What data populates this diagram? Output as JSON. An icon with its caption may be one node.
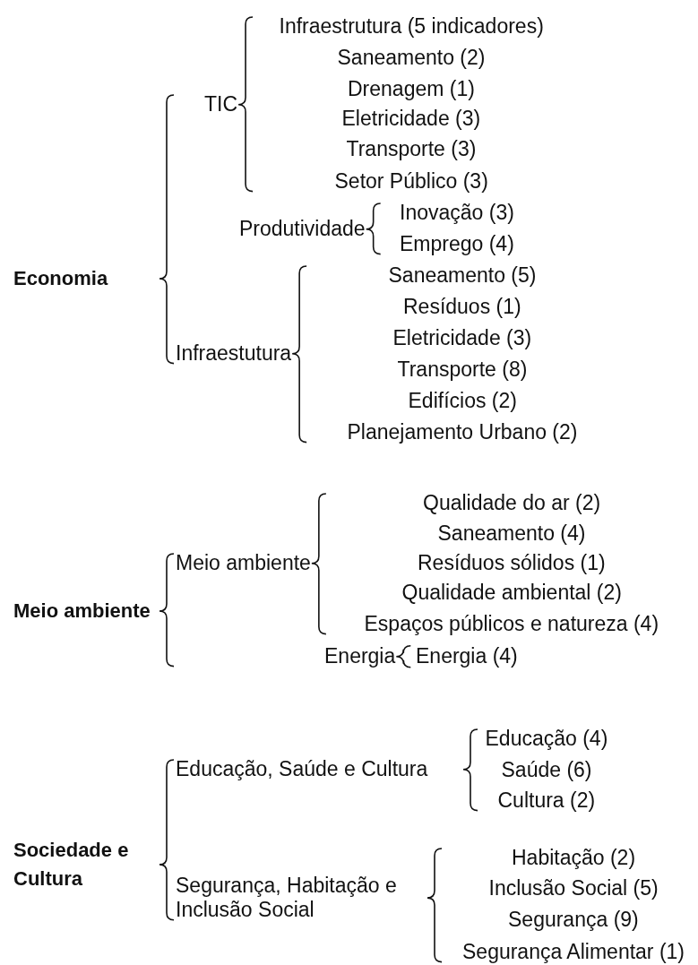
{
  "diagram": {
    "nodes": [
      {
        "text": [
          "Economia"
        ]
      },
      {
        "text": [
          "TIC"
        ]
      },
      {
        "text": [
          "Infraestrutura (5 indicadores)"
        ]
      },
      {
        "text": [
          "Saneamento (2)"
        ]
      },
      {
        "text": [
          "Drenagem (1)"
        ]
      },
      {
        "text": [
          "Eletricidade (3)"
        ]
      },
      {
        "text": [
          "Transporte (3)"
        ]
      },
      {
        "text": [
          "Setor Público (3)"
        ]
      },
      {
        "text": [
          "Produtividade"
        ]
      },
      {
        "text": [
          "Inovação (3)"
        ]
      },
      {
        "text": [
          "Emprego (4)"
        ]
      },
      {
        "text": [
          "Infraestutura"
        ]
      },
      {
        "text": [
          "Saneamento (5)"
        ]
      },
      {
        "text": [
          "Resíduos (1)"
        ]
      },
      {
        "text": [
          "Eletricidade (3)"
        ]
      },
      {
        "text": [
          "Transporte (8)"
        ]
      },
      {
        "text": [
          "Edifícios (2)"
        ]
      },
      {
        "text": [
          "Planejamento Urbano (2)"
        ]
      },
      {
        "text": [
          "Meio ambiente"
        ]
      },
      {
        "text": [
          "Meio ambiente"
        ]
      },
      {
        "text": [
          "Qualidade do ar (2)"
        ]
      },
      {
        "text": [
          "Saneamento (4)"
        ]
      },
      {
        "text": [
          "Resíduos sólidos (1)"
        ]
      },
      {
        "text": [
          "Qualidade ambiental (2)"
        ]
      },
      {
        "text": [
          "Espaços públicos e natureza (4)"
        ]
      },
      {
        "text": [
          "Energia"
        ]
      },
      {
        "text": [
          "Energia (4)"
        ]
      },
      {
        "text": [
          "Sociedade e Cultura"
        ]
      },
      {
        "text": [
          "Educação, Saúde e Cultura"
        ]
      },
      {
        "text": [
          "Educação (4)"
        ]
      },
      {
        "text": [
          "Saúde (6)"
        ]
      },
      {
        "text": [
          "Cultura (2)"
        ]
      },
      {
        "text": [
          "Segurança, Habitação e Inclusão Social"
        ]
      },
      {
        "text": [
          "Habitação (2)"
        ]
      },
      {
        "text": [
          "Inclusão Social (5)"
        ]
      },
      {
        "text": [
          "Segurança (9)"
        ]
      },
      {
        "text": [
          "Segurança Alimentar (1)"
        ]
      }
    ]
  }
}
